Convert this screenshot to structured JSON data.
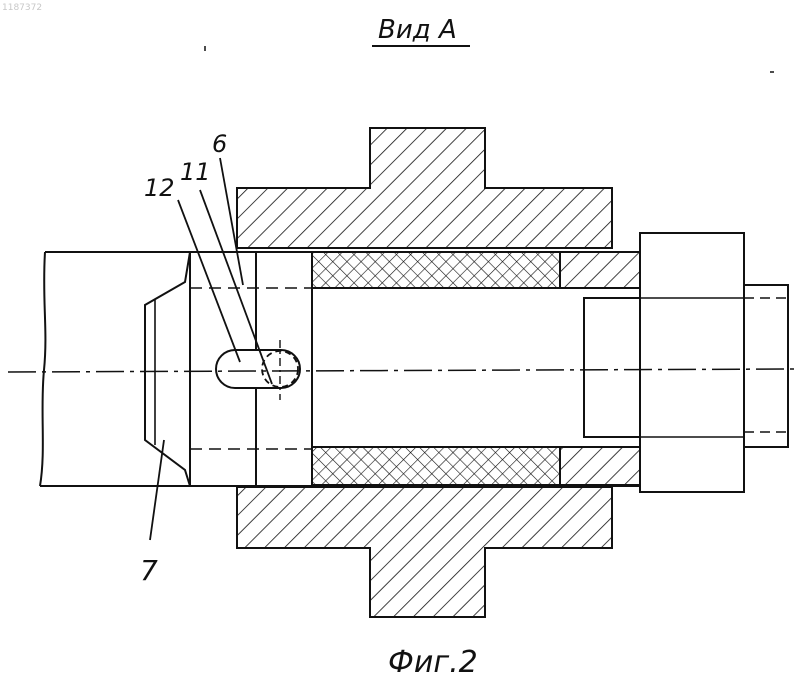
{
  "doc_number": "1187372",
  "view_title": "Вид А",
  "figure_caption": "Фиг.2",
  "callouts": {
    "c6": "6",
    "c7": "7",
    "c11": "11",
    "c12": "12"
  },
  "colors": {
    "ink": "#111111",
    "paper": "#ffffff"
  }
}
